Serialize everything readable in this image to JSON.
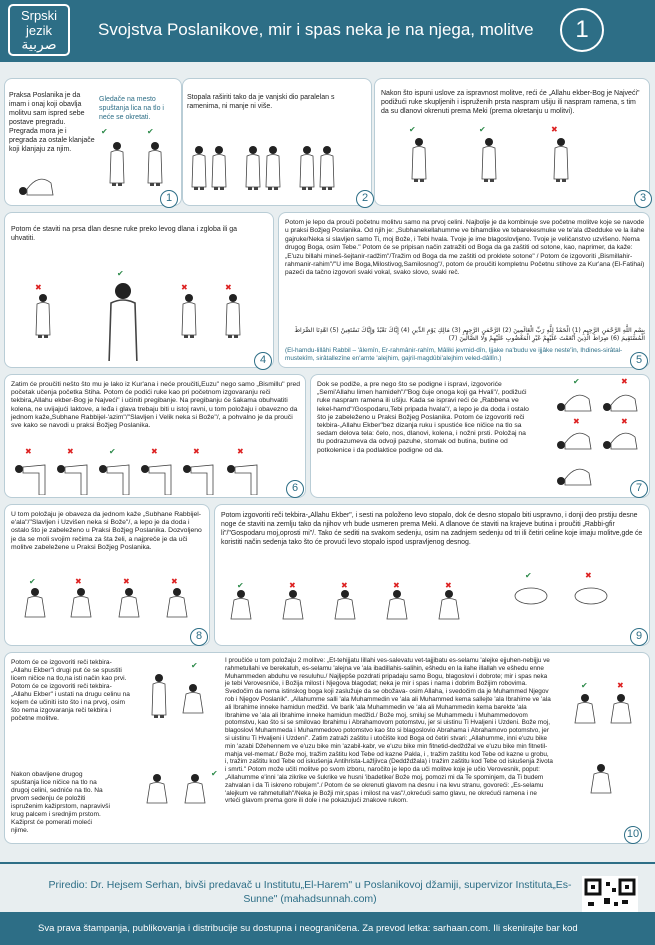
{
  "header": {
    "logo_line1": "Srpski",
    "logo_line2": "jezik",
    "logo_arabic": "صربية",
    "title": "Svojstva Poslanikove, mir i spas neka je na njega, molitve",
    "number": "1"
  },
  "panels": {
    "p1": {
      "text_left": "Praksa Poslanika je da imam i onaj koji obavlja molitvu sam ispred sebe postave pregradu. Pregrada mora je i pregrada za ostale klanjače koji klanjaju za njim.",
      "text_right": "Gledače na mesto spuštanja lica na tlo i neće se okretati.",
      "badge": "1"
    },
    "p2": {
      "text": "Stopala raširiti tako da je vanjski dio paralelan s ramenima, ni manje ni više.",
      "badge": "2"
    },
    "p3": {
      "text": "Nakon što ispuni uslove za ispravnost molitve, reći će „Allahu ekber-Bog je Najveći\" podižući ruke skupljenih i ispruženih prsta naspram ušiju ili naspram ramena, s tim da su dlanovi okrenuti prema Meki (prema okretanju u molitvi).",
      "badge": "3"
    },
    "p4": {
      "text": "Potom će staviti na prsa dlan desne ruke preko levog dlana i zgloba ili ga uhvatiti.",
      "badge": "4"
    },
    "p5": {
      "text": "Potom je lepo da prouči početnu molitvu samo na prvoj celini. Najbolje je da kombinuje sve početne molitve koje se navode u praksi Božjeg Poslanika. Od njih je: „Subhanekellahumme ve bihamdike ve tebarekesmuke ve te'ala džedduke ve la ilahe gajruke/Neka si slavljen samo Ti, moj Bože, i Tebi hvala. Tvoje je ime blagoslovljeno. Tvoje je veličanstvo uzvišeno. Nema drugog Boga, osim Tebe.\" Potom će se pripisan način zatražiti od Boga da ga zaštiti od sotone, kao, naprimer, da kaže: „E'uzu billahi mineš-šejtanir-radžim\"/Tražim od Boga da me zaštiti od proklete sotone\" / Potom će izgovoriti „Bismillahir-rahmanir-rahim\"/\"U ime Boga,Milostivog,Samilosnog\"/, potom će proučiti kompletnu Početnu stihove za Kur'ana (El-Fatihai) pazeći da tačno izgovori svaki vokal, svako slovo, svaki reč.",
      "arabic": "بِسْمِ اللَّهِ الرَّحْمَنِ الرَّحِيمِ (1) الْحَمْدُ لِلَّهِ رَبِّ الْعَالَمِينَ (2) الرَّحْمَنِ الرَّحِيمِ (3) مَالِكِ يَوْمِ الدِّينِ (4) إِيَّاكَ نَعْبُدُ وَإِيَّاكَ نَسْتَعِينُ (5) اهْدِنَا الصِّرَاطَ الْمُسْتَقِيمَ (6) صِرَاطَ الَّذِينَ أَنْعَمْتَ عَلَيْهِمْ غَيْرِ الْمَغْضُوبِ عَلَيْهِمْ وَلَا الضَّالِّينَ (7)",
      "translit": "(El-hamdu-lillâhi Rabbil – 'âlemîn, Er-rahmânir-rahîm, Mâliki jevmid-dîn, Ijjake na'budu ve ijjâke neste'în, Ihdines-sirâtal-mustekîm, sirâtallezîne en'amte 'alejhim, gajril-magdûbi'alejhim veled-dâllîn.)",
      "badge": "5"
    },
    "p6": {
      "text": "Zatim će proučiti nešto što mu je lako iz Kur'ana i neće proučiti„Euzu\" nego samo „Bismillu\" pred početak učenja početka Stiha. Potom će podići ruke kao pri početnom izgovaranju reči tekbira„Allahu ekber-Bog je Najveći\" i učiniti pregibanje. Na pregibanju će šakama obuhvatiti kolena, ne uvijajući laktove, a leđa i glava trebaju biti u istoj ravni, u tom položaju i obavezno da jednom kaže„Subhane Rabbijel-'azim\"/\"Slavljen i Velik neka si Bože\"/, a pohvalno je da prouči sve kako se navodi u praksi Božjeg Poslanika.",
      "badge": "6"
    },
    "p7": {
      "text": "Dok se podiže, a pre nego što se podigne i ispravi, izgovoriće „Semi'Allahu limen hamideh\"/\"Bog čuje onoga koji ga Hvali\"/, podižući ruke naspram ramena ili ušiju. Kada se ispravi reći će „Rabbena ve lekel-hamd\"/Gospodaru,Tebi pripada hvala\"/, a lepo je da doda i ostalo što je zabeleženo u Praksi Božjeg Poslanika. Potom će izgovoriti reči tekbira-„Allahu Ekber\"bez dizanja ruku i spustiće lice ničice na tlo sa sedam delova tela: čelo, nos, dlanovi, kolena, i nožni prsti. Položaj na tlu podrazumeva da odvoji pazuhe, stomak od butina, butine od potkolenice i da podlaktice podigne od da.",
      "badge": "7"
    },
    "p8": {
      "text": "U tom položaju je obaveza da jednom kaže „Subhane Rabbijel-e'ala\"/\"Slavljen i Uzvišen neka si Bože\"/, a lepo je da doda i ostalo što je zabeleženo u Praksi Božjeg Poslanika. Dozvoljeno je da se moli svojim rečima za šta želi, a najpreče je da uči molitve zabeležene u Praksi Božjeg Poslanika.",
      "badge": "8"
    },
    "p9": {
      "text": "Potom izgovoriti reči tekbira-„Allahu Ekber\", i sesti na položeno levo stopalo, dok će desno stopalo biti uspravno, i donji deo prstiju desne noge će staviti na zemlju tako da njihov vrh bude usmeren prema Meki. A dlanove će staviti na krajeve butina i proučiti „Rabbi-gfir li\"/\"Gospodaru moj,oprosti mi\"/. Tako će sediti na svakom sedenju, osim na zadnjem sedenju od tri ili četiri celine koje imaju molitve,gde će koristiti način sedenja tako što će provući levo stopalo ispod uspravljenog desnog.",
      "badge": "9"
    },
    "p10": {
      "text_a": "Potom će ce izgovoriti reči tekbira-„Allahu Ekber\"i drugi put će se spustiti licem ničice na tlo,na isti način kao prvi. Potom će ce izgovoriti reči tekbira-„Allahu Ekber\" i ustati na drugu celinu na kojem će učiniti isto što i na prvoj, osim što nema izgovaranja reči tekbira i početne molitve.",
      "text_b": "Nakon obavljene drugog spuštanja lice ničice na tlo na drugoj celini, sedniće na tlo. Na prvom sedenju će položiti ispruženim kažiprstom, napravivši krug palcem i srednjim prstom. Kažiprst će pomerati moleći njime.",
      "text_c": "I proučiće u tom položaju 2 molitve: „Et-tehijjatu lillahi ves-salevatu vet-tajjibatu es-selamu 'alejke ejjuhen-nebijju ve rahmetullahi ve berekatuh, es-selamu 'alejna ve 'ala ibadillahis-salihin, ešhedu en la ilahe illallah ve ešhedu enne Muhammeden abduhu ve resuluhu./ Najljepše pozdrati pripadaju samo Bogu, blagoslovi i dobrote; mir i spas neka je tebi Verovesniče, i Božija milost i Njegova blagodat; neka je mir i spas i nama i dobrim Božijim robovima. Svedočim da nema istinskog boga koji zaslužuje da se obožava- osim Allaha, i svedočim da je Muhammed Njegov rob i Njegov Poslanik\". „Allahumme salli 'ala Muhammedin ve 'ala ali Muhammed kema sallejte 'ala Ibrahime ve 'ala ali Ibrahime inneke hamidun medžid. Ve barik 'ala Muhammedin ve 'ala ali Muhammedin kema barekte 'ala Ibrahime ve 'ala ali Ibrahime inneke hamidun medžid./ Bože moj, smiluj se Muhammedu i Muhammedovom potomstvu, kao što si se smilovao Ibrahimu i Abrahamovom potomstvu, jer si uistinu Ti Hvaljeni i Uzdeni. Bože moj, blagoslovi Muhammeda i Muhammedovo potomstvo kao što si blagoslovio Abrahama i Abrahamovo potomstvo, jer si uistinu Ti Hvaljeni i Uzdeni\". Zatim zatraži zaštitu i utočište kod Boga od četiri stvari: „Allahumme, inni e'uzu bike min 'azabi Džehennem ve e'uzu bike min 'azabil-kabr, ve e'uzu bike min fitnetid-dedždžal ve e'uzu bike min fitnetil-mahja vel-memat./ Bože moj, tražim zaštitu kod Tebe od kazne Pakla, i , tražim zaštitu kod Tebe od kazne u grobu, i, tražim zaštitu kod Tebe od iskušenja Antihrista-Lažljivca (Deddždžala) i tražim zaštitu kod Tebe od iskušenja života i smrti.\" Potom može učiti molitve po svom izboru, naročito je lepo da uči molitve koje je učio Verovesnik, poput: „Allahumme e'inni 'ala zikrike ve šukrike ve husni 'ibadetike/ Bože moj, pomozi mi da Te spominjem, da Ti budem zahvalan i da Ti iskreno robujem\"./ Potom će se okrenuti glavom na desnu i na levu stranu, govoreći: „Es-selamu 'alejkum ve rahmetullah\"/Neka je Božji mir,spas i milost na vas\"/,okrećući samo glavu, ne okrećući ramena i ne vrteći glavom prema gore ili dole i ne pokazujući znakove rukom.",
      "badge": "10"
    }
  },
  "footer": {
    "credit": "Priredio: Dr. Hejsem Serhan, bivši predavač u Institutu„El-Harem\" u Poslanikovoj džamiji, supervizor Instituta„Es-Sunne\" (mahadsunnah.com)",
    "bottom": "Sva prava štampanja, publikovanja i distribucije su dostupna i neograničena. Za prevod letka: sarhaan.com. Ili skenirajte bar kod"
  },
  "icons": {
    "accent": "#2d6e86",
    "ok": "check-mark",
    "no": "cross-mark"
  }
}
